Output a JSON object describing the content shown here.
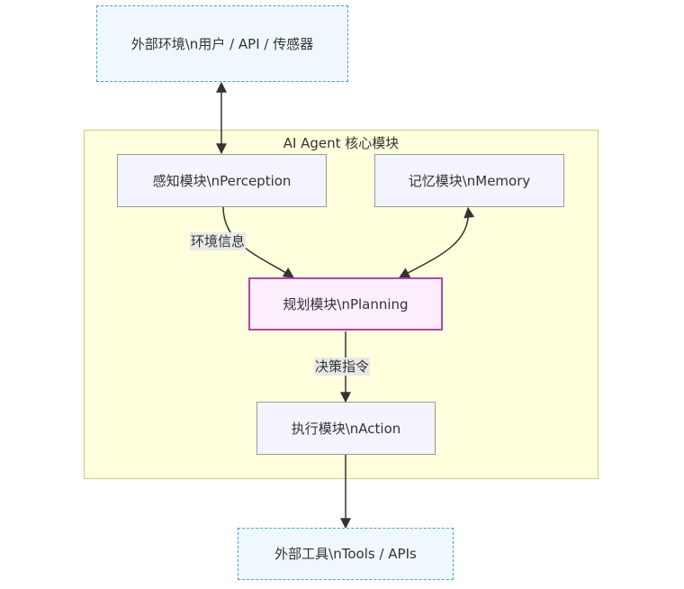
{
  "diagram": {
    "nodes": {
      "external_env": {
        "label": "外部环境\\n用户 / API / 传感器"
      },
      "perception": {
        "label": "感知模块\\nPerception"
      },
      "memory": {
        "label": "记忆模块\\nMemory"
      },
      "planning": {
        "label": "规划模块\\nPlanning"
      },
      "action": {
        "label": "执行模块\\nAction"
      },
      "external_tools": {
        "label": "外部工具\\nTools / APIs"
      }
    },
    "cluster": {
      "title": "AI Agent 核心模块"
    },
    "edges": [
      {
        "from": "external_env",
        "to": "perception",
        "label": "",
        "direction": "both"
      },
      {
        "from": "perception",
        "to": "planning",
        "label": "环境信息",
        "direction": "forward"
      },
      {
        "from": "memory",
        "to": "planning",
        "label": "",
        "direction": "both"
      },
      {
        "from": "planning",
        "to": "action",
        "label": "决策指令",
        "direction": "forward"
      },
      {
        "from": "action",
        "to": "external_tools",
        "label": "",
        "direction": "forward"
      }
    ],
    "colors": {
      "external_fill": "#f0f8ff",
      "external_border": "#4a9fd8",
      "core_fill": "#f4f4ff",
      "planning_fill": "#fdeefd",
      "planning_border": "#a64ba8",
      "cluster_fill": "#ffffdd",
      "cluster_border": "#c8cf7e"
    }
  }
}
